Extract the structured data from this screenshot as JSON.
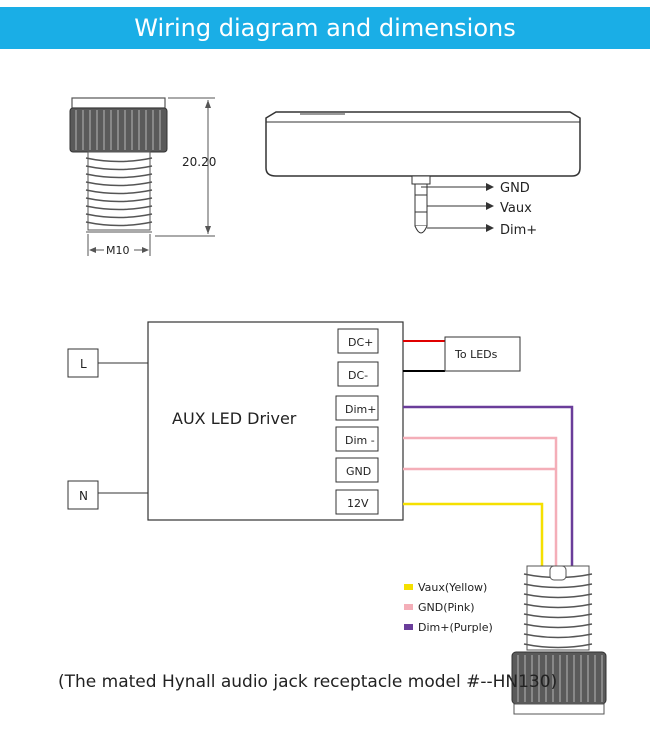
{
  "header": {
    "title": "Wiring diagram and dimensions"
  },
  "dimensions": {
    "height_label": "20.20",
    "thread_label": "M10"
  },
  "jack_pins": [
    {
      "label": "GND"
    },
    {
      "label": "Vaux"
    },
    {
      "label": "Dim+"
    }
  ],
  "wiring": {
    "driver_label": "AUX LED Driver",
    "mains_inputs": [
      {
        "label": "L"
      },
      {
        "label": "N"
      }
    ],
    "terminals": [
      {
        "label": "DC+"
      },
      {
        "label": "DC-"
      },
      {
        "label": "Dim+"
      },
      {
        "label": "Dim -"
      },
      {
        "label": "GND"
      },
      {
        "label": "12V"
      }
    ],
    "output_label": "To LEDs"
  },
  "legend": [
    {
      "label": "Vaux(Yellow)",
      "color": "#f5e000"
    },
    {
      "label": "GND(Pink)",
      "color": "#f4aeb8"
    },
    {
      "label": "Dim+(Purple)",
      "color": "#6a3d9a"
    }
  ],
  "wire_colors": {
    "dc_plus": "#e00000",
    "dc_minus": "#000000",
    "yellow": "#f5e000",
    "pink": "#f4aeb8",
    "purple": "#6a3d9a"
  },
  "caption": "(The mated Hynall audio jack receptacle model #--HN130)"
}
